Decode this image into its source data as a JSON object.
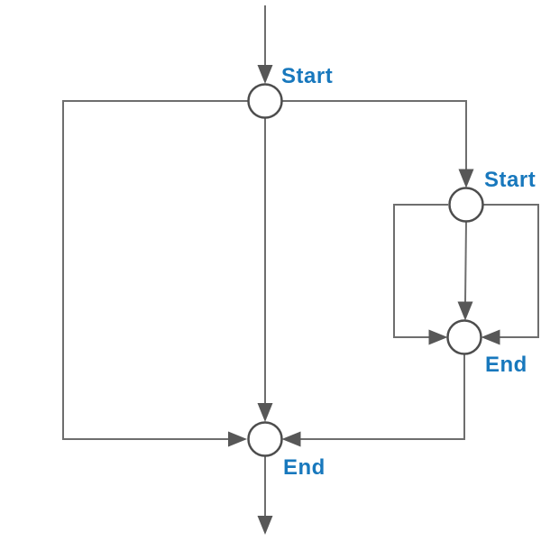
{
  "diagram": {
    "nodes": {
      "outer_start": {
        "label": "Start"
      },
      "inner_start": {
        "label": "Start"
      },
      "inner_end": {
        "label": "End"
      },
      "outer_end": {
        "label": "End"
      }
    },
    "edges": [
      {
        "from": "entry",
        "to": "outer_start"
      },
      {
        "from": "outer_start",
        "to": "outer_end",
        "via": "left-branch"
      },
      {
        "from": "outer_start",
        "to": "outer_end",
        "via": "center-branch"
      },
      {
        "from": "outer_start",
        "to": "inner_start",
        "via": "right-branch"
      },
      {
        "from": "inner_start",
        "to": "inner_end",
        "via": "left-branch"
      },
      {
        "from": "inner_start",
        "to": "inner_end",
        "via": "center-branch"
      },
      {
        "from": "inner_start",
        "to": "inner_end",
        "via": "right-branch"
      },
      {
        "from": "inner_end",
        "to": "outer_end"
      },
      {
        "from": "outer_end",
        "to": "exit"
      }
    ],
    "colors": {
      "background": "#ffffff",
      "edge": "#6e6e6e",
      "arrowhead": "#575757",
      "node_stroke": "#4d4d4d",
      "node_fill": "#ffffff",
      "label": "#1878bd"
    }
  }
}
